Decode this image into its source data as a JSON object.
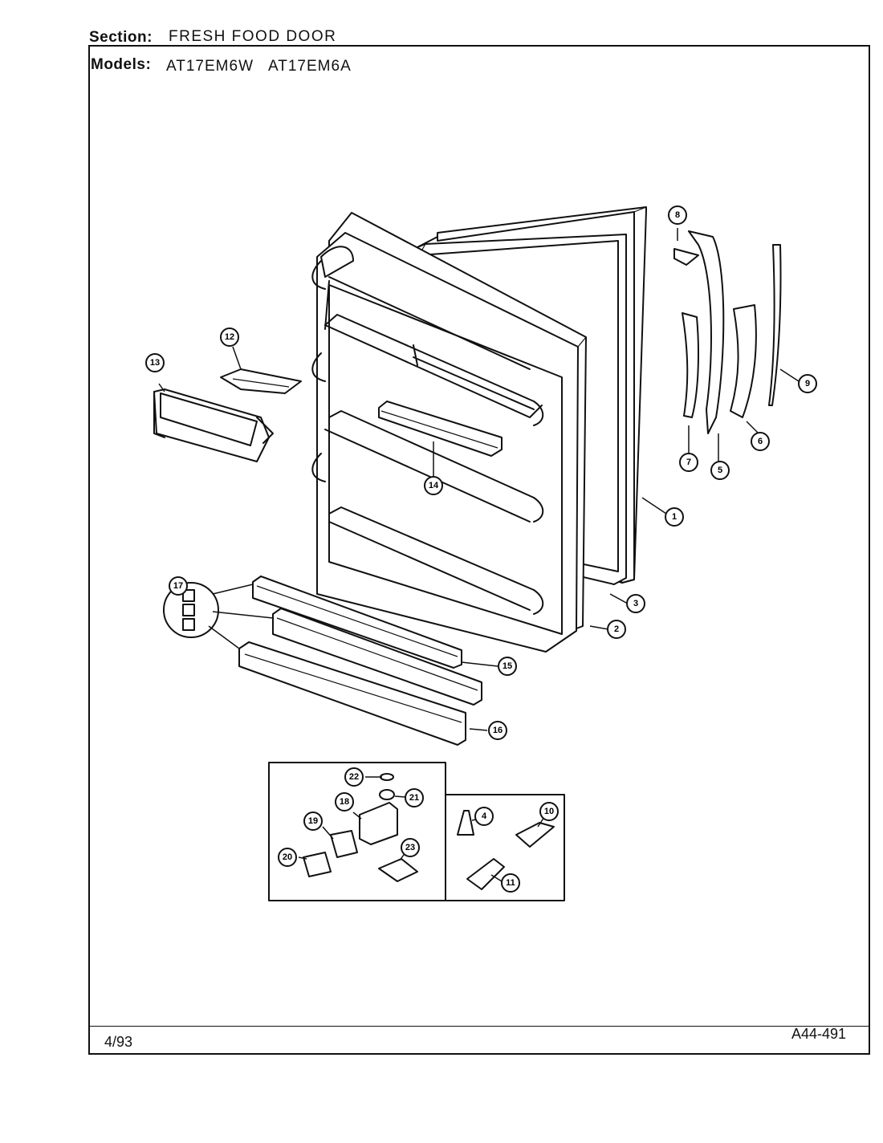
{
  "header": {
    "section_label": "Section:",
    "section_value": "FRESH FOOD DOOR",
    "models_label": "Models:",
    "models": [
      "AT17EM6W",
      "AT17EM6A"
    ]
  },
  "footer": {
    "date": "4/93",
    "diagram_code": "A44-491"
  },
  "callouts": [
    "1",
    "2",
    "3",
    "4",
    "5",
    "6",
    "7",
    "8",
    "9",
    "10",
    "11",
    "12",
    "13",
    "14",
    "15",
    "16",
    "17",
    "18",
    "19",
    "20",
    "21",
    "22",
    "23"
  ]
}
